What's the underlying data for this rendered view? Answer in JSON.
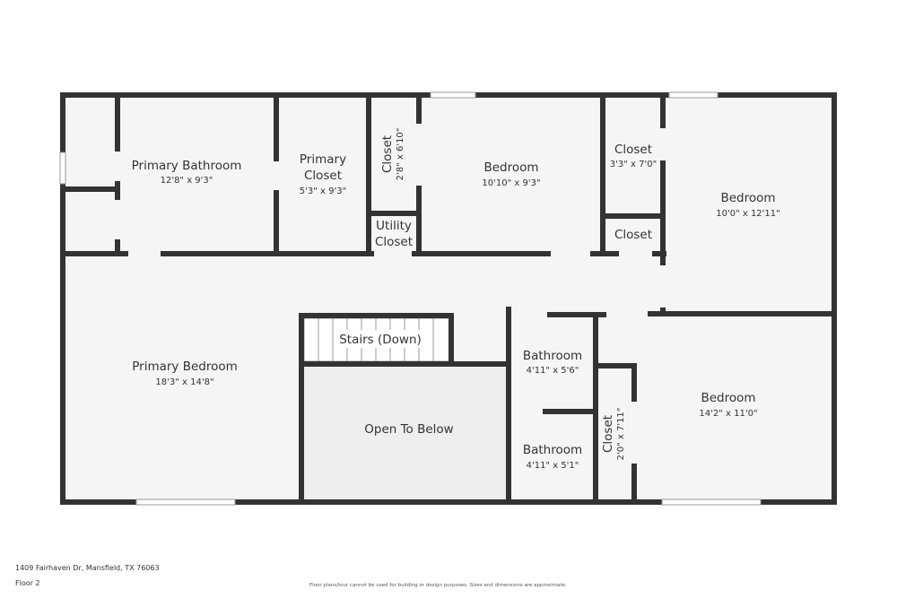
{
  "floor_plan": {
    "rooms": [
      {
        "name": "Primary Bathroom",
        "dims": "12'8\" x 9'3\""
      },
      {
        "name": "Primary Closet",
        "name_line1": "Primary",
        "name_line2": "Closet",
        "dims": "5'3\" x 9'3\""
      },
      {
        "name": "Closet",
        "dims": "2'8\" x 6'10\""
      },
      {
        "name": "Utility Closet",
        "name_line1": "Utility",
        "name_line2": "Closet"
      },
      {
        "name": "Bedroom",
        "dims": "10'10\" x 9'3\""
      },
      {
        "name": "Closet",
        "dims": "3'3\" x 7'0\""
      },
      {
        "name": "Closet"
      },
      {
        "name": "Bedroom",
        "dims": "10'0\" x 12'11\""
      },
      {
        "name": "Primary Bedroom",
        "dims": "18'3\" x 14'8\""
      },
      {
        "name": "Stairs (Down)"
      },
      {
        "name": "Open To Below"
      },
      {
        "name": "Bathroom",
        "dims": "4'11\" x 5'6\""
      },
      {
        "name": "Bathroom",
        "dims": "4'11\" x 5'1\""
      },
      {
        "name": "Closet",
        "dims": "2'0\" x 7'11\""
      },
      {
        "name": "Bedroom",
        "dims": "14'2\" x 11'0\""
      }
    ],
    "colors": {
      "wall": "#333333",
      "floor": "#f5f5f5",
      "open_to_below": "#eeeeee"
    }
  },
  "footer": {
    "address": "1409 Fairhaven Dr, Mansfield, TX 76063",
    "floor": "Floor 2",
    "disclaimer": "Floor plans/tour cannot be used for building or design purposes. Sizes and dimensions are approximate."
  }
}
